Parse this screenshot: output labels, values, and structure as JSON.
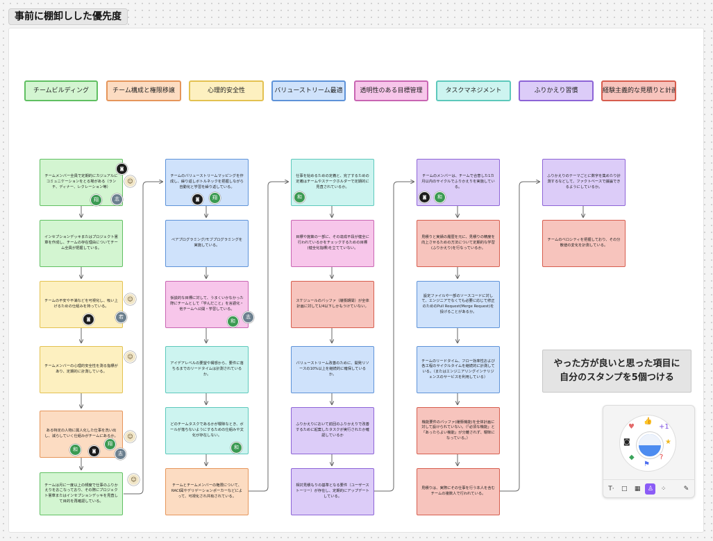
{
  "frame_title": "事前に棚卸しした優先度",
  "categories": [
    {
      "label": "チームビルディング",
      "color": "#5fbf61"
    },
    {
      "label": "チーム構成と権限移譲",
      "color": "#e5955a"
    },
    {
      "label": "心理的安全性",
      "color": "#e3c150"
    },
    {
      "label": "バリューストリーム最適",
      "color": "#5d92d8"
    },
    {
      "label": "透明性のある目標管理",
      "color": "#c865b2"
    },
    {
      "label": "タスクマネジメント",
      "color": "#5cc8bb"
    },
    {
      "label": "ふりかえり習慣",
      "color": "#8c63d6"
    },
    {
      "label": "経験主義的な見積りと計画",
      "color": "#d65c4d"
    }
  ],
  "columns": [
    {
      "notes": [
        {
          "text": "チームメンバー全員で定期的にカジュアルにコミュニケーションをとる場がある（ランチ、ディナー、レクレーション等）",
          "color": "green"
        },
        {
          "text": "インセプションデッキまたはプロジェクト憲章を作成し、チームの存在理由についてチーム全員が把握している。",
          "color": "green"
        },
        {
          "text": "チームの不安や不満などを可視化し、吸い上げるための仕組みを持っている。",
          "color": "yellow"
        },
        {
          "text": "チームメンバーの心理的安全性を測る指標があり、定期的に計測している。",
          "color": "yellow"
        },
        {
          "text": "ある特定の人物に属人化した仕事を洗い出し、減らしていく仕組みがチームにあるか。",
          "color": "orange"
        },
        {
          "text": "チームは月に一度以上の頻度で仕事のふりかえりをおこなっており、その際にプロジェクト憲章またはインセプションデッキを見直して目的を再確認している。",
          "color": "green"
        }
      ]
    },
    {
      "notes": [
        {
          "text": "チームのバリューストリームマッピングを作成し、繰り返しボトルネックを把握しながら自動化と学習を繰り返している。",
          "color": "blue"
        },
        {
          "text": "ペアプログラミング/モブプログラミングを実施している。",
          "color": "blue"
        },
        {
          "text": "仮説的な目標に対して、うまくいかなかった際にチームとして「学んだこと」を言語化・他チームへ公開・学習している。",
          "color": "pink"
        },
        {
          "text": "アイデアレベルの要望や構想から、要件に落ちるまでのリードタイムは計測されているか。",
          "color": "teal"
        },
        {
          "text": "どのチームタスクであるかが曖昧なとき、ボールが落ちないようにするための仕組みや文化が存在しない。",
          "color": "teal"
        },
        {
          "text": "チームとチームメンバーの権限について、RACI図やデリゲーションポーカーなどによって、可視化され共有されている。",
          "color": "orange"
        }
      ]
    },
    {
      "notes": [
        {
          "text": "仕事を始めるための定義と、完了するための定義はチームやステークホルダーで定期的に見直されているか。",
          "color": "teal"
        },
        {
          "text": "目標や施策の一部に、その達成不段が健全に行われているかをチェックするための目標(健全化指標)を立てていない。",
          "color": "pink"
        },
        {
          "text": "スケジュールのバッファ（緩衝期間）が全体計画に対して1/4以下しかもうけていない。",
          "color": "red"
        },
        {
          "text": "バリューストリーム改善のために、開発リソースの10%以上を継続的に確保しているか。",
          "color": "blue"
        },
        {
          "text": "ふりかえりにおいて前回のふりかえりで改善するために起案したタスクが実行されたか確認しているか",
          "color": "purple"
        },
        {
          "text": "相対見積もりの基準となる要件（ユーザーストーリー）が存在し、定期的にアップデートしている。",
          "color": "purple"
        }
      ]
    },
    {
      "notes": [
        {
          "text": "チームのメンバーは、チームで合意した1カ月以内のサイクルでふりかえりを実施している。",
          "color": "purple"
        },
        {
          "text": "見積りと実績の履歴を元に、見積りの精度を向上させるための方法について定期的な学習(ふりかえり)を行なっているか。",
          "color": "red"
        },
        {
          "text": "設定ファイルや一部のソースコードに対して、エンジニアでなくても必要に応じて修正のためのPull Request(Merge Request)を投げることがあるか。",
          "color": "blue"
        },
        {
          "text": "チームのリードタイム、フロー効率性および各工程のサイクルタイムを継続的に計測している。（またはエンジニアリングインテリジェンスのサービスを利用している）",
          "color": "blue"
        },
        {
          "text": "機能要件のバッファ(緩衝機能)を全体計画に対して設けられていない。（「必須な機能」と「あったらよい機能」が分離されず、曖昧になっている。）",
          "color": "red"
        },
        {
          "text": "見積りは、実際にその仕事を行う本人を含むチームの複数人で行われている。",
          "color": "red"
        }
      ]
    },
    {
      "notes": [
        {
          "text": "ふりかえりのテーマごとに数字を集めたり計測するなどして、ファクトベースで議論できるようにしているか。",
          "color": "purple"
        },
        {
          "text": "チームのベロシティを把握しており、その分散値の変化を計測している。",
          "color": "red"
        }
      ]
    }
  ],
  "stamps": {
    "name_a": "翔",
    "name_b": "志",
    "name_c": "和",
    "name_d": "若"
  },
  "callout": {
    "line1": "やった方が良いと思った項目に",
    "line2": "自分のスタンプを5個つける"
  },
  "stamp_panel": {
    "toolbar": [
      "T·",
      "□",
      "▦",
      "♙",
      "⁘",
      "✎"
    ],
    "active_index": 3
  }
}
